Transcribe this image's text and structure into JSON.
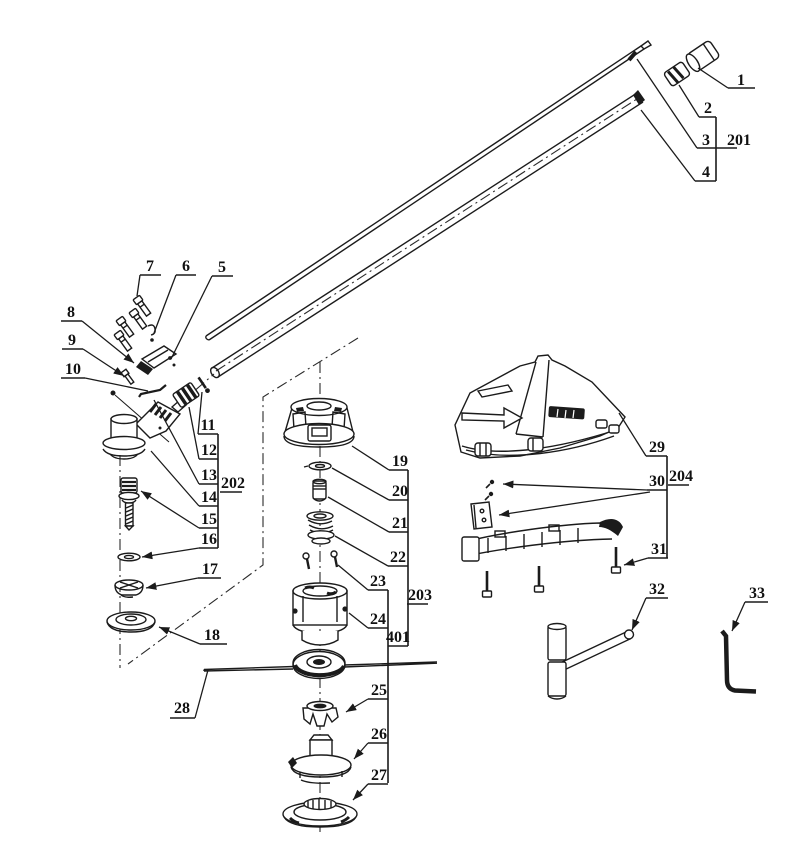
{
  "diagram": {
    "kind": "exploded-parts-diagram",
    "background_color": "#ffffff",
    "line_color": "#1b1b1b"
  },
  "labels": {
    "p1": "1",
    "p2": "2",
    "p3": "3",
    "p4": "4",
    "p5": "5",
    "p6": "6",
    "p7": "7",
    "p8": "8",
    "p9": "9",
    "p10": "10",
    "p11": "11",
    "p12": "12",
    "p13": "13",
    "p14": "14",
    "p15": "15",
    "p16": "16",
    "p17": "17",
    "p18": "18",
    "p19": "19",
    "p20": "20",
    "p21": "21",
    "p22": "22",
    "p23": "23",
    "p24": "24",
    "p25": "25",
    "p26": "26",
    "p27": "27",
    "p28": "28",
    "p29": "29",
    "p30": "30",
    "p31": "31",
    "p32": "32",
    "p33": "33",
    "g201": "201",
    "g202": "202",
    "g203": "203",
    "g204": "204",
    "g401": "401"
  }
}
